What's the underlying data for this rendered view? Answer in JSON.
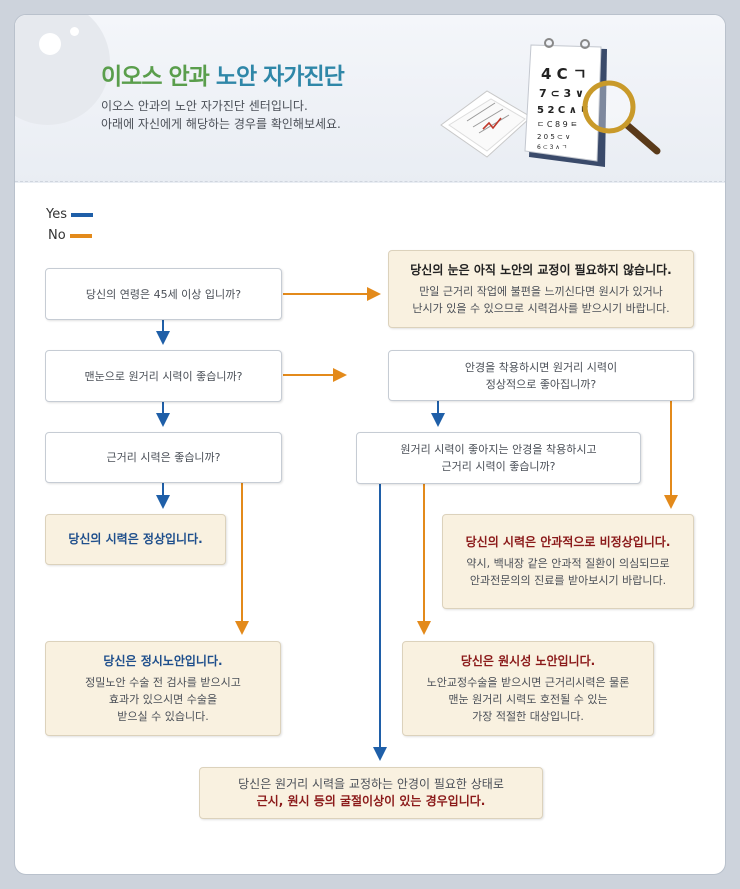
{
  "header": {
    "title_part1": "이오스 안과",
    "title_part2": "노안 자가진단",
    "subtitle_line1": "이오스 안과의 노안 자가진단 센터입니다.",
    "subtitle_line2": "아래에 자신에게 해당하는 경우를 확인해보세요."
  },
  "legend": {
    "yes_label": "Yes",
    "no_label": "No",
    "yes_color": "#1f5fa8",
    "no_color": "#e38a1b"
  },
  "questions": {
    "q1": "당신의 연령은 45세 이상 입니까?",
    "q2": "맨눈으로 원거리 시력이 좋습니까?",
    "q3": "근거리 시력은 좋습니까?",
    "q4_line1": "안경을 착용하시면 원거리 시력이",
    "q4_line2": "정상적으로 좋아집니까?",
    "q5_line1": "원거리 시력이 좋아지는 안경을 착용하시고",
    "q5_line2": "근거리 시력이 좋습니까?"
  },
  "results": {
    "r1_title": "당신의 눈은 아직 노안의 교정이 필요하지 않습니다.",
    "r1_line1": "만일 근거리 작업에 불편을 느끼신다면 원시가 있거나",
    "r1_line2": "난시가 있을 수 있으므로 시력검사를 받으시기 바랍니다.",
    "r2_title": "당신의 시력은 정상입니다.",
    "r3_title": "당신의 시력은 안과적으로 비정상입니다.",
    "r3_line1": "약시, 백내장 같은 안과적 질환이 의심되므로",
    "r3_line2": "안과전문의의 진료를 받아보시기 바랍니다.",
    "r4_title": "당신은 정시노안입니다.",
    "r4_line1": "정밀노안 수술 전 검사를 받으시고",
    "r4_line2": "효과가 있으시면 수술을",
    "r4_line3": "받으실 수 있습니다.",
    "r5_title": "당신은 원시성 노안입니다.",
    "r5_line1": "노안교정수술을 받으시면 근거리시력은 물론",
    "r5_line2": "맨눈 원거리 시력도 호전될 수 있는",
    "r5_line3": "가장 적절한 대상입니다.",
    "r6_line1": "당신은 원거리 시력을 교정하는 안경이 필요한 상태로",
    "r6_line2": "근시, 원시 등의 굴절이상이 있는 경우입니다."
  },
  "illustration": {
    "chart_row1": "4 C ㄱ",
    "chart_row2": "7 ⊂ 3 ∨",
    "chart_row3": "5 2 C ∧ ㄷ",
    "chart_row4": "ㄷ C 8 9 ㅌ",
    "chart_row5": "2 0 5 ⊂ ∨",
    "chart_row6": "6 ⊂ 3 ∧ ㄱ"
  }
}
